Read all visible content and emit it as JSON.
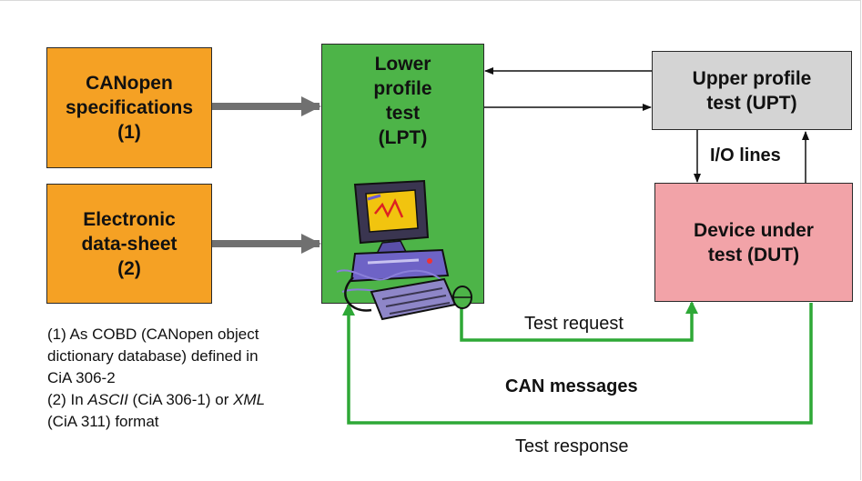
{
  "boxes": {
    "canopen_spec": [
      "CANopen",
      "specifications",
      "(1)"
    ],
    "eds": [
      "Electronic",
      "data-sheet",
      "(2)"
    ],
    "lpt": [
      "Lower",
      "profile",
      "test",
      "(LPT)"
    ],
    "upt": [
      "Upper profile",
      "test (UPT)"
    ],
    "dut": [
      "Device under",
      "test (DUT)"
    ]
  },
  "labels": {
    "io_lines": "I/O lines",
    "test_request": "Test request",
    "can_messages": "CAN messages",
    "test_response": "Test response"
  },
  "notes": {
    "n1_line1": "(1) As COBD (CANopen object",
    "n1_line2": "dictionary database) defined in",
    "n1_line3": "CiA 306-2",
    "n2_prefix": "(2) In ",
    "n2_ascii": "ASCII",
    "n2_mid": " (CiA 306-1) or ",
    "n2_xml": "XML",
    "n2_line2": "(CiA 311) format"
  },
  "colors": {
    "spec_box": "#f5a124",
    "lpt_box": "#4db448",
    "upt_box": "#d4d4d4",
    "dut_box": "#f2a3a8",
    "bus_line": "#2ea836",
    "thick_arrow": "#707070"
  },
  "icons": [
    "computer-clipart-icon"
  ]
}
